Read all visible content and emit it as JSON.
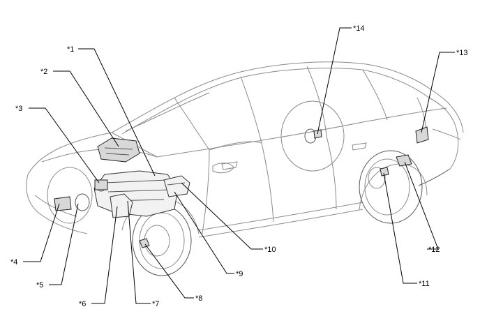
{
  "callouts": [
    {
      "id": "1",
      "label": "*1"
    },
    {
      "id": "2",
      "label": "*2"
    },
    {
      "id": "3",
      "label": "*3"
    },
    {
      "id": "4",
      "label": "*4"
    },
    {
      "id": "5",
      "label": "*5"
    },
    {
      "id": "6",
      "label": "*6"
    },
    {
      "id": "7",
      "label": "*7"
    },
    {
      "id": "8",
      "label": "*8"
    },
    {
      "id": "9",
      "label": "*9"
    },
    {
      "id": "10",
      "label": "*10"
    },
    {
      "id": "11",
      "label": "*11"
    },
    {
      "id": "12",
      "label": "*12"
    },
    {
      "id": "13",
      "label": "*13"
    },
    {
      "id": "14",
      "label": "*14"
    }
  ]
}
